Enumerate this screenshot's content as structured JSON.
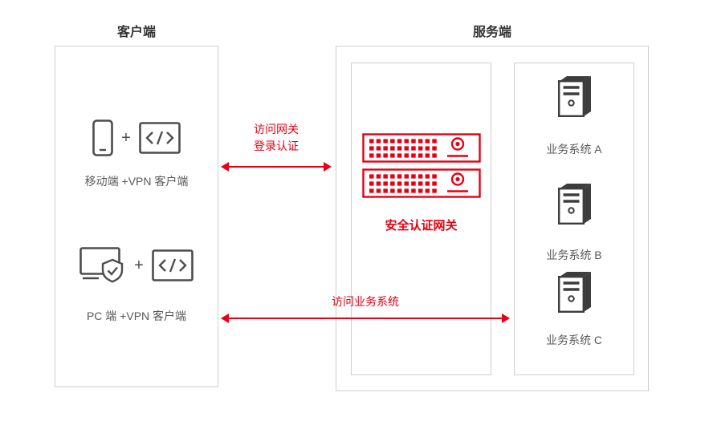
{
  "colors": {
    "accent": "#e60012",
    "box_border": "#cfcfcf",
    "icon": "#4d4d4d",
    "text": "#595959",
    "title": "#333333"
  },
  "client": {
    "title": "客户端",
    "plus": "+",
    "groups": [
      {
        "label": "移动端 +VPN 客户端"
      },
      {
        "label": "PC 端 +VPN 客户端"
      }
    ]
  },
  "server": {
    "title": "服务端",
    "gateway": {
      "label": "安全认证网关"
    },
    "systems": [
      {
        "label": "业务系统 A"
      },
      {
        "label": "业务系统 B"
      },
      {
        "label": "业务系统 C"
      }
    ]
  },
  "arrows": {
    "gateway": {
      "line1": "访问网关",
      "line2": "登录认证"
    },
    "business": {
      "label": "访问业务系统"
    }
  }
}
